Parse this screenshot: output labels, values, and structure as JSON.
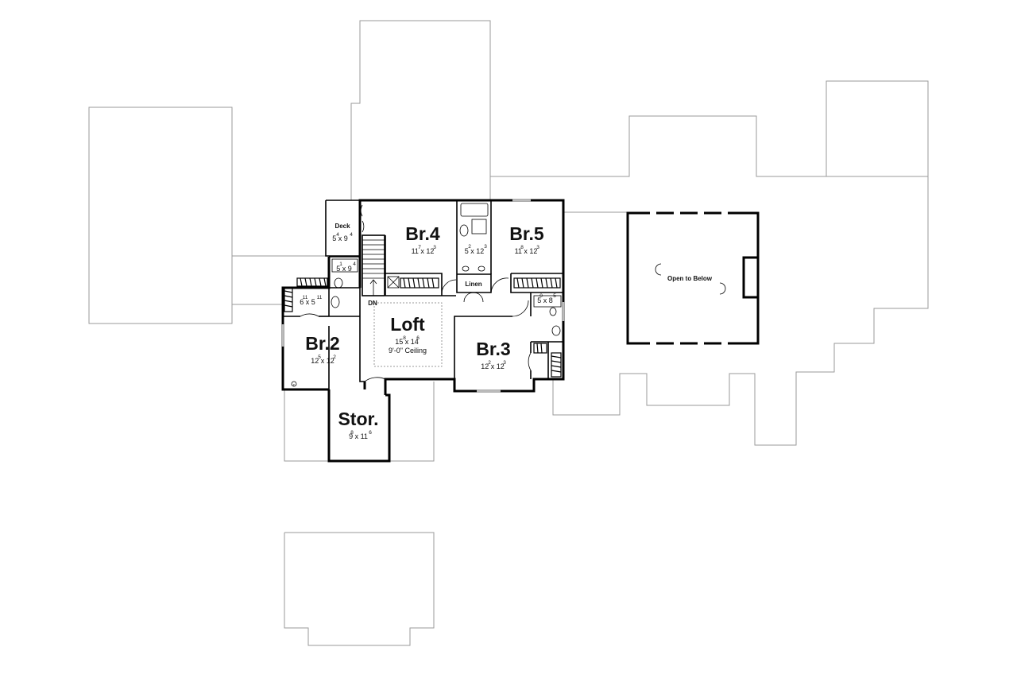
{
  "rooms": {
    "br4": {
      "name": "Br.4",
      "dim_a": "11",
      "dim_b": "12",
      "sup_a": "7",
      "sup_b": "3"
    },
    "br5": {
      "name": "Br.5",
      "dim_a": "11",
      "dim_b": "12",
      "sup_a": "8",
      "sup_b": "3"
    },
    "br2": {
      "name": "Br.2",
      "dim_a": "12",
      "dim_b": "12",
      "sup_a": "5",
      "sup_b": "2"
    },
    "br3": {
      "name": "Br.3",
      "dim_a": "12",
      "dim_b": "12",
      "sup_a": "2",
      "sup_b": "3"
    },
    "loft": {
      "name": "Loft",
      "dim_a": "15",
      "dim_b": "14",
      "sup_a": "8",
      "sup_b": "6",
      "note": "9'-0\" Ceiling"
    },
    "stor": {
      "name": "Stor.",
      "dim_a": "9",
      "dim_b": "11",
      "sup_a": "8",
      "sup_b": "6"
    },
    "deck": {
      "name": "Deck",
      "dim_a": "5",
      "dim_b": "9",
      "sup_a": "4",
      "sup_b": "4"
    },
    "bath_left": {
      "dim_a": "5",
      "dim_b": "9",
      "sup_a": "1",
      "sup_b": "4"
    },
    "closet_br2": {
      "dim_a": "6",
      "dim_b": "5",
      "sup_a": "11",
      "sup_b": "11"
    },
    "bath_center": {
      "dim_a": "5",
      "dim_b": "12",
      "sup_a": "2",
      "sup_b": "3"
    },
    "bath_right": {
      "dim_a": "5",
      "dim_b": "8",
      "sup_a": "0",
      "sup_b": "5"
    },
    "linen": {
      "name": "Linen"
    },
    "open_below": {
      "name": "Open to Below"
    }
  },
  "stairs": {
    "label": "DN"
  },
  "symbols": {
    "corner_mark": "c"
  }
}
